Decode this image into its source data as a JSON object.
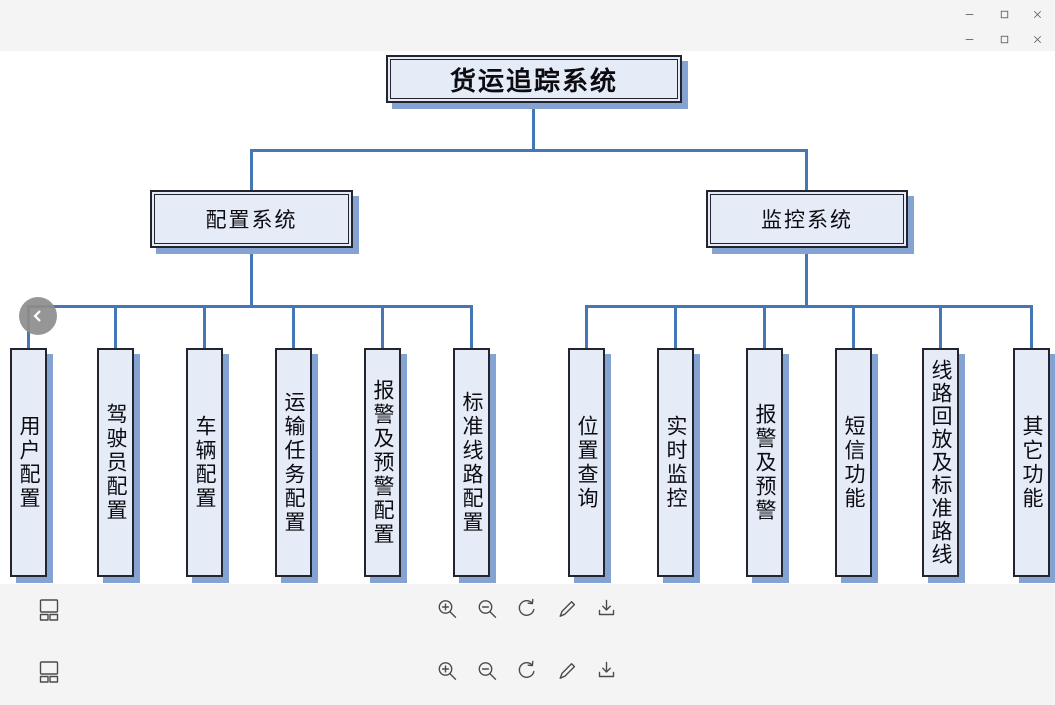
{
  "window": {
    "controls": [
      "minimize",
      "maximize",
      "close"
    ],
    "control_rows": 2
  },
  "diagram": {
    "root": {
      "label": "货运追踪系统"
    },
    "branches": [
      {
        "label": "配置系统",
        "children": [
          "用户配置",
          "驾驶员配置",
          "车辆配置",
          "运输任务配置",
          "报警及预警配置",
          "标准线路配置"
        ]
      },
      {
        "label": "监控系统",
        "children": [
          "位置查询",
          "实时监控",
          "报警及预警",
          "短信功能",
          "线路回放及标准路线",
          "其它功能"
        ]
      }
    ]
  },
  "navigation": {
    "back_icon": "chevron-left"
  },
  "toolbar": {
    "left_icon": "org-chart",
    "center_icons": [
      "zoom-in",
      "zoom-out",
      "refresh",
      "edit",
      "download"
    ],
    "row_count": 2
  },
  "colors": {
    "line": "#4576b5",
    "box_fill": "#e6ecf7",
    "box_border": "#23242e",
    "shadow": "#84a2d2",
    "chrome_bg": "#f4f4f5",
    "canvas_bg": "#ffffff",
    "icon": "#4b4b4b",
    "back_button_bg": "#8e8e8e"
  }
}
